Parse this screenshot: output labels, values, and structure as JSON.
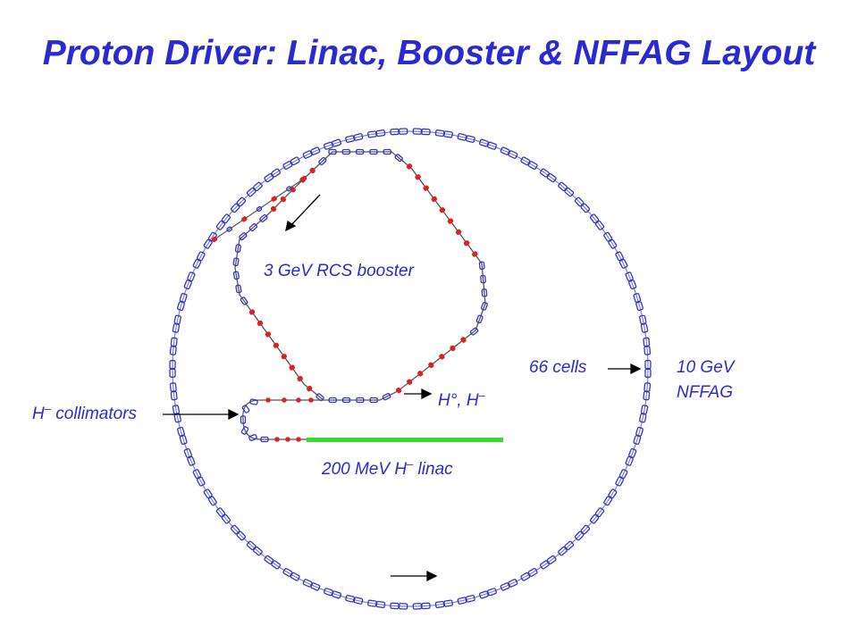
{
  "title": "Proton Driver: Linac, Booster & NFFAG Layout",
  "labels": {
    "booster": "3 GeV RCS booster",
    "cells": "66 cells",
    "nffag_energy": "10 GeV",
    "nffag_name": "NFFAG",
    "collimators_base": "H",
    "collimators_sup": "–",
    "collimators_rest": " collimators",
    "h0_text": "H°, H",
    "h0_sup": "–",
    "linac_base": "200 MeV H",
    "linac_sup": "–",
    "linac_rest": " linac"
  },
  "colors": {
    "text": "#2a2ad0",
    "ring_magnets": "#3333cc",
    "booster_dipoles": "#e02020",
    "linac": "#33dd33",
    "beamline": "#555555"
  },
  "nffag": {
    "cells": 66
  }
}
